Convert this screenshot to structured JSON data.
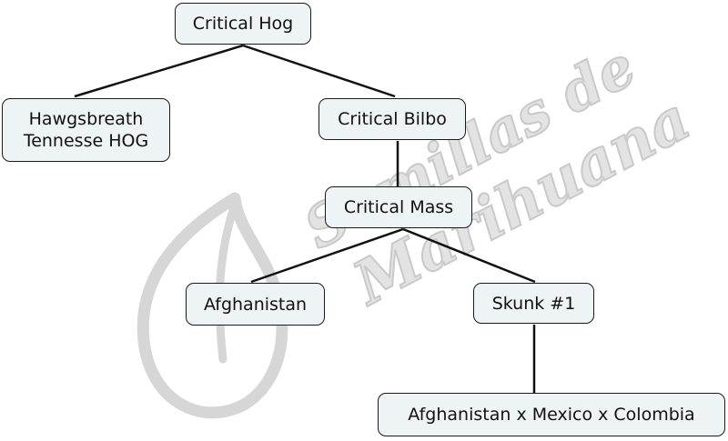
{
  "nodes": {
    "critical_hog": "Critical Hog",
    "hawgsbreath": "Hawgsbreath\nTennesse HOG",
    "critical_bilbo": "Critical Bilbo",
    "critical_mass": "Critical Mass",
    "afghanistan": "Afghanistan",
    "skunk": "Skunk #1",
    "afghanistan_mexico_colombia": "Afghanistan x Mexico x Colombia"
  },
  "watermark": {
    "line1": "Semillas de",
    "line2": "Marihuana"
  },
  "colors": {
    "node_fill": "#eef3f6",
    "node_border": "#1a1a1a",
    "edge": "#111111",
    "watermark": "#d9d9d9"
  }
}
